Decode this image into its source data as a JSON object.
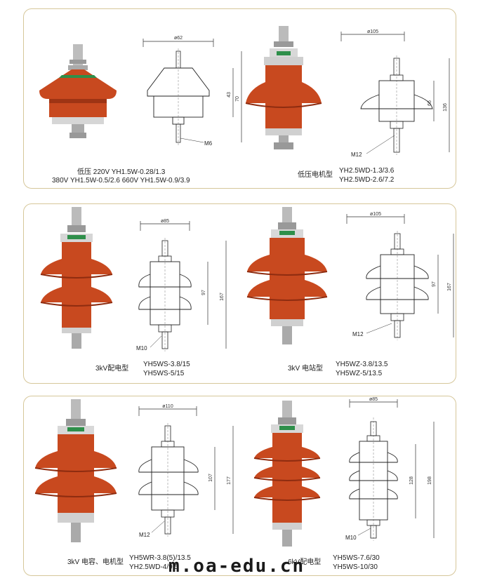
{
  "panel1": {
    "left": {
      "dim_dia": "ø62",
      "dim_h": "43",
      "dim_total": "70",
      "thread": "M6",
      "caption_line1": "低压  220V  YH1.5W-0.28/1.3",
      "caption_line2": "380V  YH1.5W-0.5/2.6    660V  YH1.5W-0.9/3.9"
    },
    "right": {
      "dim_dia": "ø105",
      "dim_h": "66",
      "dim_total": "136",
      "thread": "M12",
      "caption_type": "低压电机型",
      "model1": "YH2.5WD-1.3/3.6",
      "model2": "YH2.5WD-2.6/7.2"
    }
  },
  "panel2": {
    "left": {
      "dim_dia": "ø85",
      "dim_h": "97",
      "dim_total": "167",
      "thread": "M10",
      "caption_type": "3kV配电型",
      "model1": "YH5WS-3.8/15",
      "model2": "YH5WS-5/15"
    },
    "right": {
      "dim_dia": "ø105",
      "dim_h": "97",
      "dim_total": "167",
      "thread": "M12",
      "caption_type": "3kV  电站型",
      "model1": "YH5WZ-3.8/13.5",
      "model2": "YH5WZ-5/13.5"
    }
  },
  "panel3": {
    "left": {
      "dim_dia": "ø110",
      "dim_h": "107",
      "dim_total": "177",
      "thread": "M12",
      "caption_type": "3kV  电容、电机型",
      "model1": "YH5WR-3.8(5)/13.5",
      "model2": "YH2.5WD-4/9.5"
    },
    "right": {
      "dim_dia": "ø85",
      "dim_h": "128",
      "dim_total": "198",
      "thread": "M10",
      "caption_type": "6kV配电型",
      "model1": "YH5WS-7.6/30",
      "model2": "YH5WS-10/30"
    }
  },
  "watermark": "m.oa-edu.cn",
  "colors": {
    "body_red": "#c8491f",
    "body_dark": "#8e2c10",
    "metal": "#c9c9c9",
    "panel_border": "#d6c79a"
  }
}
